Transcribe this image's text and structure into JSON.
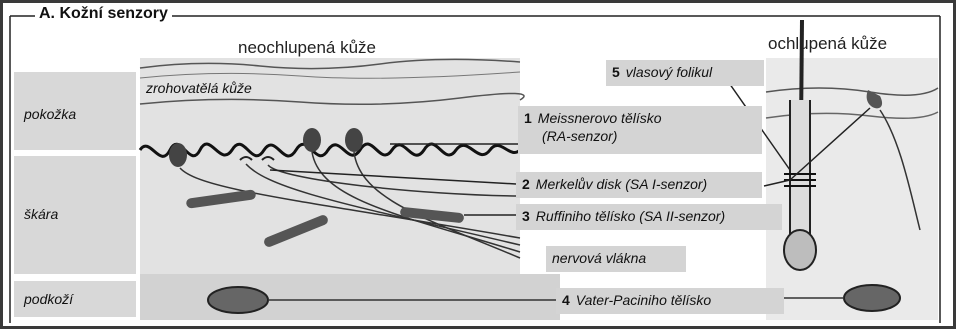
{
  "section_title": "A. Kožní senzory",
  "regions": {
    "hairless": "neochlupená kůže",
    "hairy": "ochlupená kůže"
  },
  "layers": {
    "epidermis": "pokožka",
    "stratum_corneum": "zrohovatělá kůže",
    "dermis": "škára",
    "hypodermis": "podkoží"
  },
  "labels": [
    {
      "num": "1",
      "text": "Meissnerovo tělísko",
      "text2": "(RA-senzor)"
    },
    {
      "num": "2",
      "text": "Merkelův disk (SA I-senzor)"
    },
    {
      "num": "3",
      "text": "Ruffiniho tělísko (SA II-senzor)"
    },
    {
      "num": "",
      "text": "nervová vlákna"
    },
    {
      "num": "4",
      "text": "Vater-Paciniho tělísko"
    },
    {
      "num": "5",
      "text": "vlasový folikul"
    }
  ]
}
